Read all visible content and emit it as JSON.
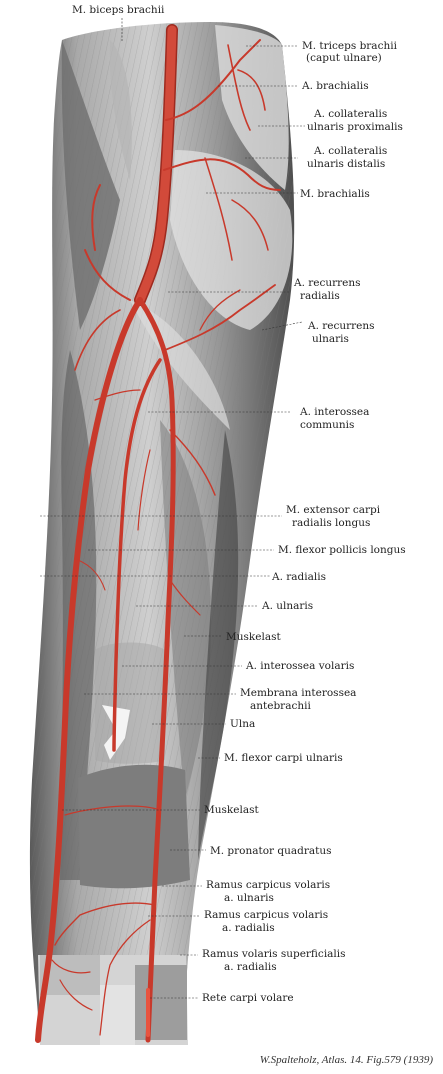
{
  "labels": {
    "biceps": "M. biceps brachii",
    "triceps_1": "M. triceps brachii",
    "triceps_2": "(caput ulnare)",
    "a_brachialis": "A. brachialis",
    "coll_prox_1": "A. collateralis",
    "coll_prox_2": "ulnaris proximalis",
    "coll_dist_1": "A. collateralis",
    "coll_dist_2": "ulnaris distalis",
    "m_brachialis": "M. brachialis",
    "rec_rad_1": "A. recurrens",
    "rec_rad_2": "radialis",
    "rec_uln_1": "A. recurrens",
    "rec_uln_2": "ulnaris",
    "inteross_1": "A. interossea",
    "inteross_2": "communis",
    "ext_carpi_1": "M. extensor carpi",
    "ext_carpi_2": "radialis longus",
    "flexor_poll": "M. flexor pollicis longus",
    "a_radialis": "A. radialis",
    "a_ulnaris": "A. ulnaris",
    "muskelast_1": "Muskelast",
    "inteross_volaris": "A. interossea volaris",
    "membrana_1": "Membrana interossea",
    "membrana_2": "antebrachii",
    "ulna": "Ulna",
    "flexor_carpi_uln": "M. flexor carpi ulnaris",
    "muskelast_2": "Muskelast",
    "pronator": "M. pronator quadratus",
    "ramus_uln_1": "Ramus carpicus volaris",
    "ramus_uln_2": "a. ulnaris",
    "ramus_rad_1": "Ramus carpicus volaris",
    "ramus_rad_2": "a. radialis",
    "ramus_sup_1": "Ramus volaris superficialis",
    "ramus_sup_2": "a. radialis",
    "rete": "Rete carpi volare"
  },
  "caption": "W.Spalteholz, Atlas. 14. Fig.579 (1939)",
  "colors": {
    "artery": "#c8392b",
    "artery_dark": "#9e2a1f",
    "muscle_light": "#bdbdbd",
    "muscle_mid": "#8f8f8f",
    "muscle_dark": "#5c5c5c",
    "bone": "#e6e6e6"
  }
}
